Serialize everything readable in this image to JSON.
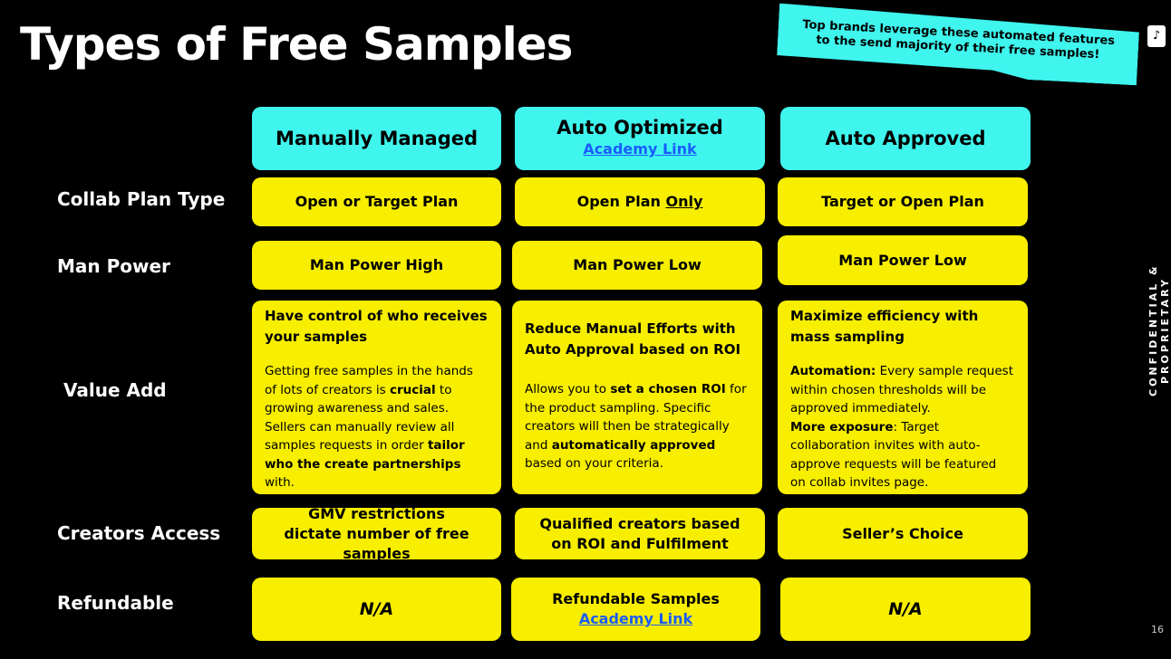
{
  "title": "Types of Free Samples",
  "banner": {
    "line1": "Top brands  leverage these automated features",
    "line2": "to the send majority of their free samples!"
  },
  "side_text": "CONFIDENTIAL & PROPRIETARY",
  "page_number": "16",
  "columns": [
    {
      "title": "Manually Managed"
    },
    {
      "title": "Auto Optimized",
      "link": "Academy Link"
    },
    {
      "title": "Auto Approved"
    }
  ],
  "rows": {
    "collab": {
      "label": "Collab Plan Type",
      "c1": "Open or Target Plan",
      "c2a": "Open Plan ",
      "c2b": "Only",
      "c3": "Target or Open Plan"
    },
    "manpower": {
      "label": "Man Power",
      "c1": "Man Power High",
      "c2": "Man Power Low",
      "c3": "Man Power Low"
    },
    "value": {
      "label": "Value Add",
      "c1": {
        "heading": "Have control of who receives your samples",
        "t1": "Getting free samples in the hands of lots of creators is ",
        "b1": "crucial",
        "t2": " to growing awareness and sales. Sellers can manually review all samples requests in order ",
        "b2": "tailor who the create partnerships",
        "t3": " with."
      },
      "c2": {
        "heading": "Reduce Manual Efforts with Auto Approval based on ROI",
        "t1": "Allows you to ",
        "b1": "set a chosen ROI",
        "t2": " for the product sampling. Specific creators will then be strategically and ",
        "b2": "automatically approved",
        "t3": " based on your criteria."
      },
      "c3": {
        "heading": "Maximize efficiency with mass sampling",
        "b1": "Automation:",
        "t1": " Every sample request within chosen thresholds will be approved immediately.",
        "b2": "More exposure",
        "t2": ": Target collaboration invites with auto-approve requests will be featured on collab invites page."
      }
    },
    "creators": {
      "label": "Creators Access",
      "c1": "GMV restrictions dictate number of free  samples",
      "c2": "Qualified creators based on ROI and Fulfilment",
      "c3": "Seller’s Choice"
    },
    "refund": {
      "label": "Refundable",
      "c1": "N/A",
      "c2": "Refundable Samples",
      "c2link": "Academy Link",
      "c3": "N/A"
    }
  }
}
